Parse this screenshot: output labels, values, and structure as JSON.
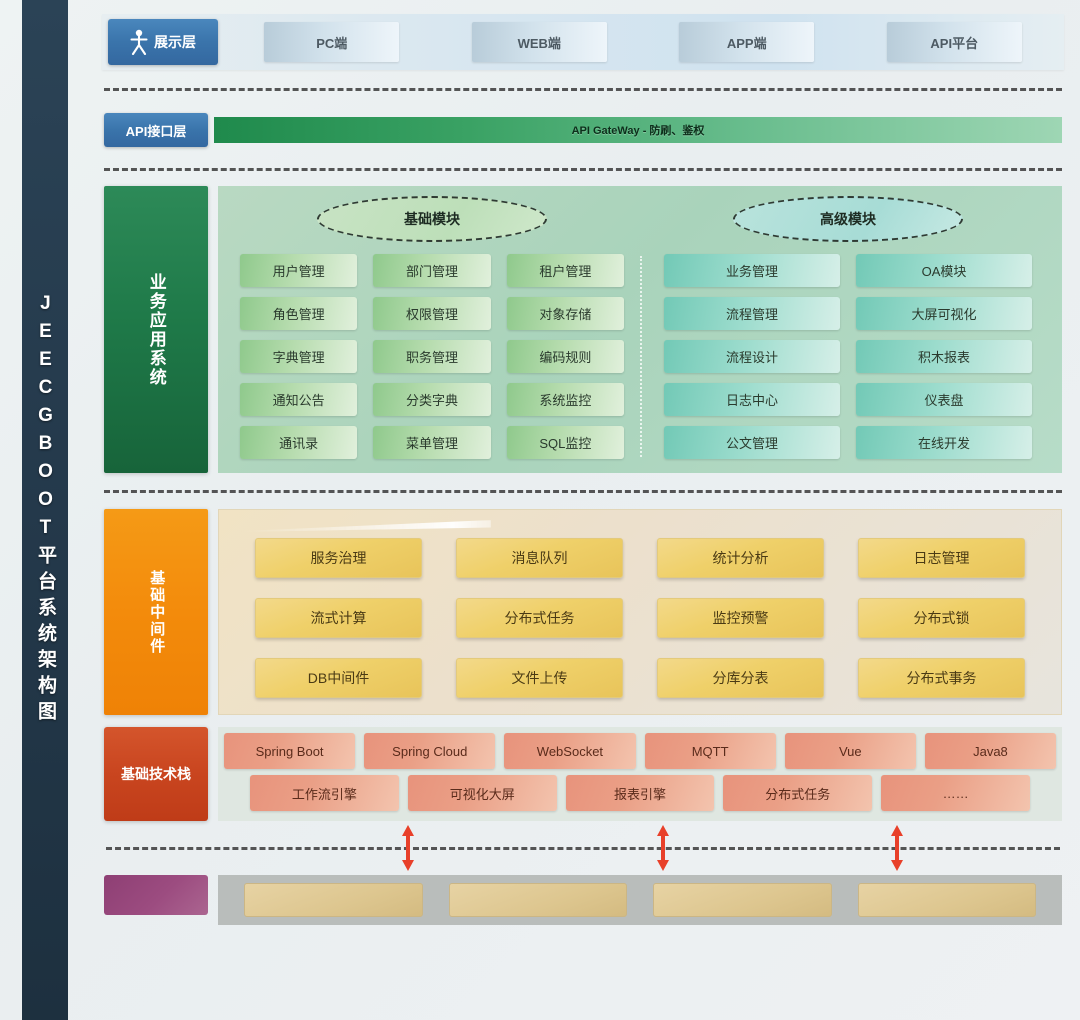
{
  "title": {
    "vertical": "JEECGBOOT平台系统架构图"
  },
  "presentation_layer": {
    "tag_label": "展示层",
    "icon": "person-icon",
    "tabs": [
      {
        "label": "PC端"
      },
      {
        "label": "WEB端"
      },
      {
        "label": "APP端"
      },
      {
        "label": "API平台"
      }
    ]
  },
  "api_layer": {
    "tag_label": "API接口层",
    "gateway_label": "API GateWay - 防刷、鉴权"
  },
  "business_layer": {
    "tag_label": "业务应用系统",
    "groups": [
      {
        "title": "基础模块",
        "columns": 3,
        "items": [
          "用户管理",
          "部门管理",
          "租户管理",
          "角色管理",
          "权限管理",
          "对象存储",
          "字典管理",
          "职务管理",
          "编码规则",
          "通知公告",
          "分类字典",
          "系统监控",
          "通讯录",
          "菜单管理",
          "SQL监控"
        ]
      },
      {
        "title": "高级模块",
        "columns": 2,
        "items": [
          "业务管理",
          "OA模块",
          "流程管理",
          "大屏可视化",
          "流程设计",
          "积木报表",
          "日志中心",
          "仪表盘",
          "公文管理",
          "在线开发"
        ]
      }
    ]
  },
  "middleware_layer": {
    "tag_label": "基础中间件",
    "items": [
      "服务治理",
      "消息队列",
      "统计分析",
      "日志管理",
      "流式计算",
      "分布式任务",
      "监控预警",
      "分布式锁",
      "DB中间件",
      "文件上传",
      "分库分表",
      "分布式事务"
    ]
  },
  "tech_stack_layer": {
    "tag_label": "基础技术栈",
    "row1": [
      "Spring Boot",
      "Spring Cloud",
      "WebSocket",
      "MQTT",
      "Vue",
      "Java8"
    ],
    "row2": [
      "工作流引擎",
      "可视化大屏",
      "报表引擎",
      "分布式任务",
      "……"
    ]
  },
  "bottom_layer": {
    "tag_label": "",
    "items": [
      "",
      "",
      "",
      ""
    ]
  },
  "colors": {
    "layer_tag_blue": "#3a74ab",
    "business_green": "#1f7a49",
    "middleware_orange": "#f38b0b",
    "tech_red": "#c9451f",
    "bottom_purple": "#9c4c80",
    "arrow_red": "#e8402a",
    "gateway_green": "#1f8a4c"
  }
}
